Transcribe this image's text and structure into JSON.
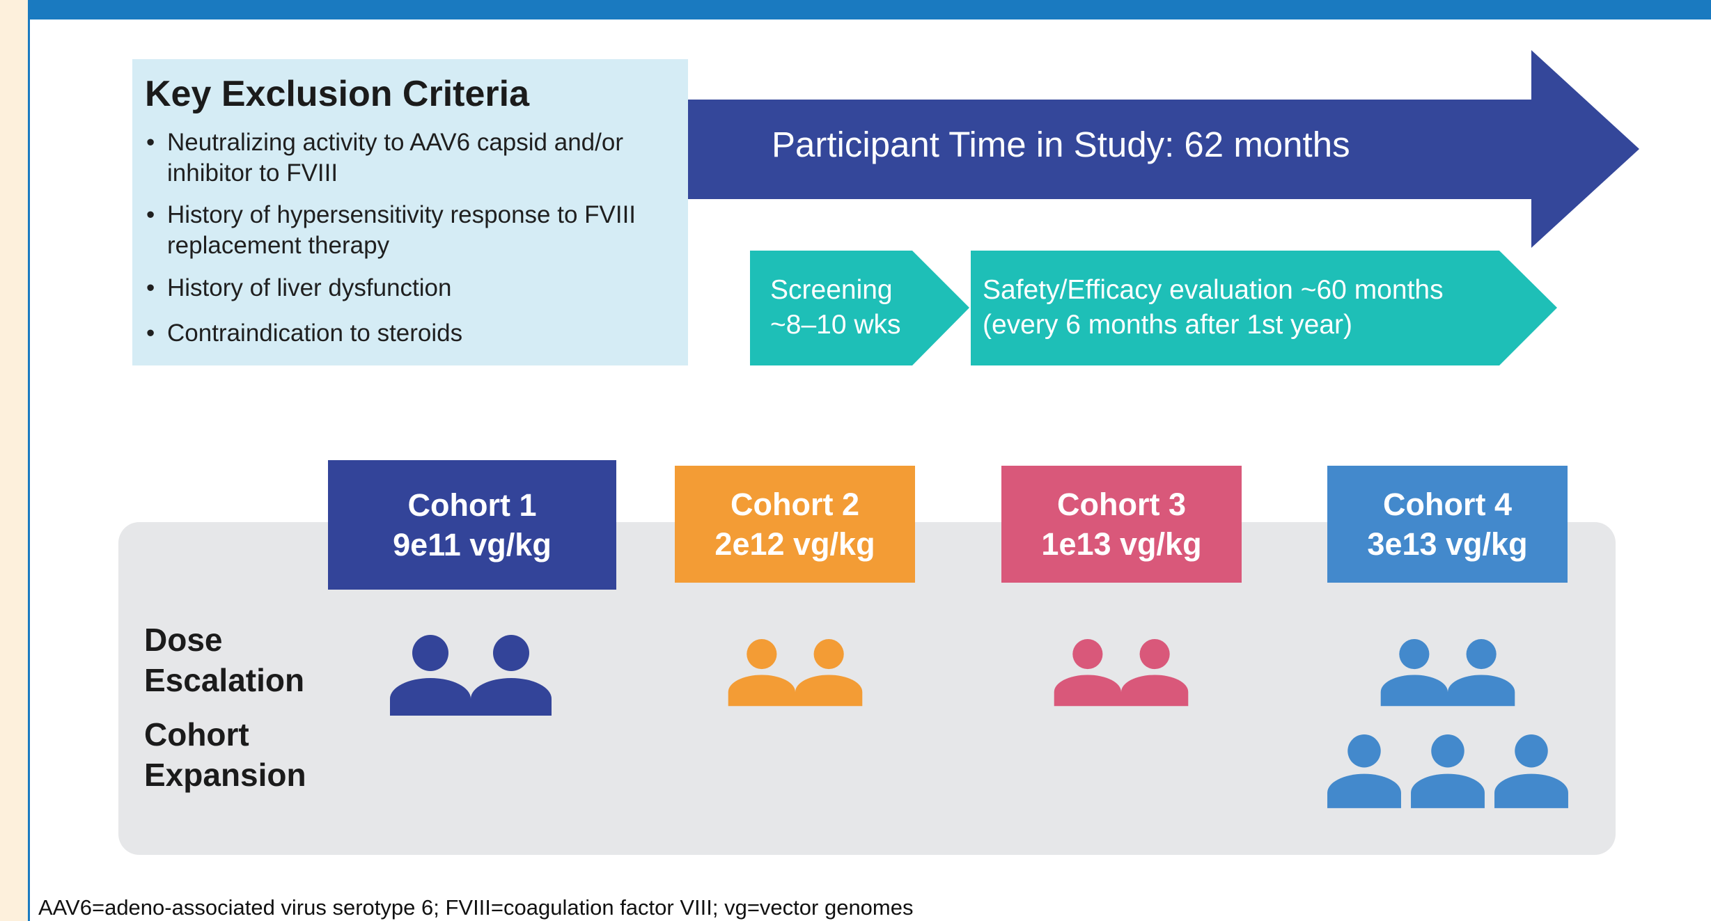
{
  "criteria": {
    "title": "Key Exclusion Criteria",
    "items": [
      {
        "bullet": "•",
        "line1": "Neutralizing activity to AAV6 capsid and/or",
        "line2": "inhibitor to FVIII"
      },
      {
        "bullet": "•",
        "line1": "History of hypersensitivity response to FVIII",
        "line2": "replacement therapy"
      },
      {
        "bullet": "•",
        "line1": "History of liver dysfunction",
        "line2": ""
      },
      {
        "bullet": "•",
        "line1": "Contraindication to steroids",
        "line2": ""
      }
    ]
  },
  "timeline": {
    "participant_time": "Participant Time in Study: 62 months",
    "screening": {
      "line1": "Screening",
      "line2": "~8–10 wks"
    },
    "evaluation": {
      "line1": "Safety/Efficacy evaluation ~60 months",
      "line2": "(every 6 months after 1st year)"
    }
  },
  "cohorts": [
    {
      "name": "Cohort 1",
      "dose": "9e11 vg/kg",
      "color": "#334499",
      "dose_escalation_participants": 2,
      "expansion_participants": 0
    },
    {
      "name": "Cohort 2",
      "dose": "2e12 vg/kg",
      "color": "#f39c35",
      "dose_escalation_participants": 2,
      "expansion_participants": 0
    },
    {
      "name": "Cohort 3",
      "dose": "1e13 vg/kg",
      "color": "#d9587a",
      "dose_escalation_participants": 2,
      "expansion_participants": 0
    },
    {
      "name": "Cohort 4",
      "dose": "3e13 vg/kg",
      "color": "#4389cc",
      "dose_escalation_participants": 2,
      "expansion_participants": 3
    }
  ],
  "rows": {
    "dose_escalation": {
      "line1": "Dose",
      "line2": "Escalation"
    },
    "cohort_expansion": {
      "line1": "Cohort",
      "line2": "Expansion"
    }
  },
  "footnote": "AAV6=adeno-associated virus serotype 6; FVIII=coagulation factor VIII; vg=vector genomes",
  "colors": {
    "arrow": "#34479a",
    "teal": "#1ebfb7",
    "criteria_bg": "#d5ecf5",
    "accent_blue": "#1a7ac0",
    "panel_gray": "#e6e7e9"
  }
}
